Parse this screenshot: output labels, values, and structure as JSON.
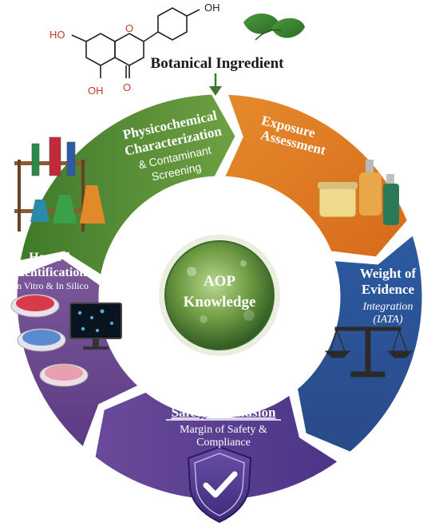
{
  "header": {
    "title": "Botanical Ingredient",
    "molecule_labels": {
      "oh_top": "OH",
      "oh_left": "HO",
      "oh_bottom": "OH",
      "ring_o": "O",
      "carbonyl_o": "O"
    }
  },
  "cycle": {
    "stages": [
      {
        "id": "physicochemical",
        "title_line1": "Physicochemical",
        "title_line2": "Characterization",
        "sub_line1": "& Contaminant",
        "sub_line2": "Screening"
      },
      {
        "id": "exposure",
        "title_line1": "Exposure",
        "title_line2": "Assessment"
      },
      {
        "id": "weight",
        "title_line1": "Weight of",
        "title_line2": "Evidence",
        "sub_line1": "Integration",
        "sub_line2": "(IATA)"
      },
      {
        "id": "safety",
        "title": "Safety Conclusion",
        "sub_line1": "Margin of Safety &",
        "sub_line2": "Compliance"
      },
      {
        "id": "hazard",
        "title_line1": "Hazard",
        "title_line2": "Identification",
        "sub_line1": "In Vitro & In Silico"
      }
    ],
    "center": {
      "line1": "AOP",
      "line2": "Knowledge"
    }
  },
  "colors": {
    "green": "#4f8a2e",
    "orange": "#e07a22",
    "blue": "#2f5f9e",
    "purple": "#5a3f8f",
    "violet": "#6e4a8c",
    "molecule_red": "#c0392b"
  },
  "icons": [
    "flavone-molecule",
    "leaf-icon",
    "lab-glassware",
    "cosmetic-bottles",
    "balance-scale",
    "petri-dishes",
    "microscope-monitor",
    "shield-check-icon"
  ]
}
